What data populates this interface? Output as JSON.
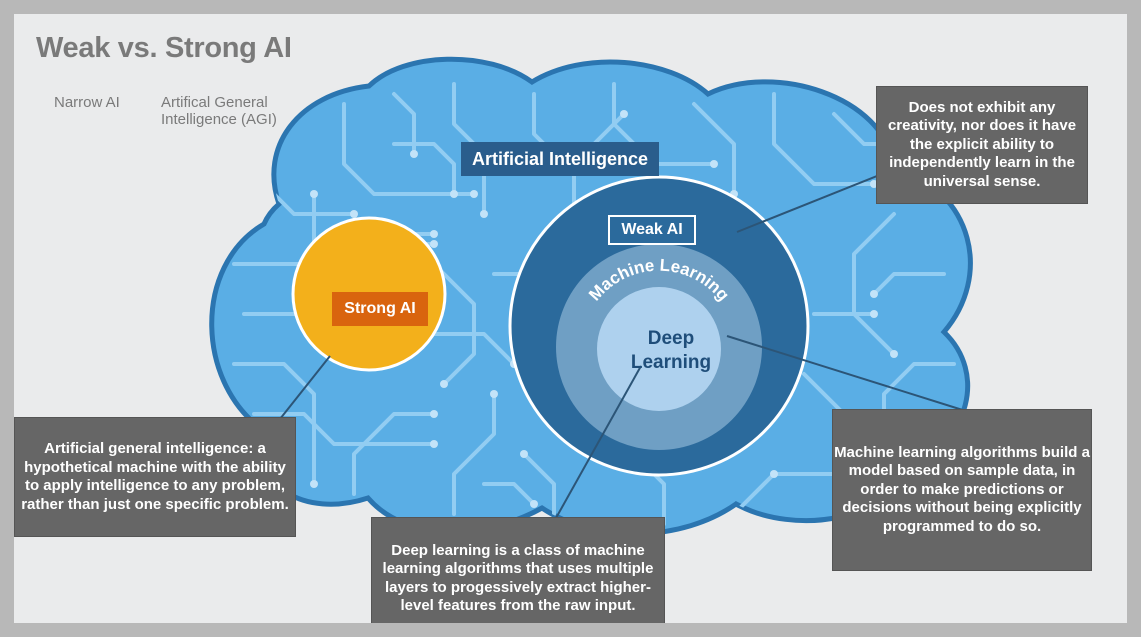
{
  "title": "Weak vs. Strong AI",
  "legend": {
    "narrow": "Narrow AI",
    "agi": "Artifical General Intelligence (AGI)"
  },
  "labels": {
    "artificial_intelligence": "Artificial Intelligence",
    "weak_ai": "Weak AI",
    "strong_ai": "Strong AI",
    "machine_learning": "Machine Learning",
    "deep_learning": "Deep Learning"
  },
  "descriptions": {
    "weak_ai": "Does not exhibit any creativity, nor does it have the explicit ability to independently learn in the universal sense.",
    "strong_ai": "Artificial general intelligence: a hypothetical machine with the ability to apply intelligence to any problem, rather than just one specific problem.",
    "deep_learning": "Deep learning is a class of machine learning algorithms that uses multiple layers to progessively extract higher-level features from the raw input.",
    "machine_learning": "Machine learning algorithms build a model based on sample data, in order to make predictions or decisions without being explicitly programmed to do so."
  },
  "colors": {
    "cloud_fill": "#5aaee5",
    "cloud_border": "#2b75b0",
    "circuit": "#92cdf2",
    "weak_ai": "#2b6a9c",
    "machine_learning": "#6f9fc4",
    "deep_learning": "#aed1ee",
    "strong_ai": "#f3b01b",
    "box": "#666666"
  }
}
